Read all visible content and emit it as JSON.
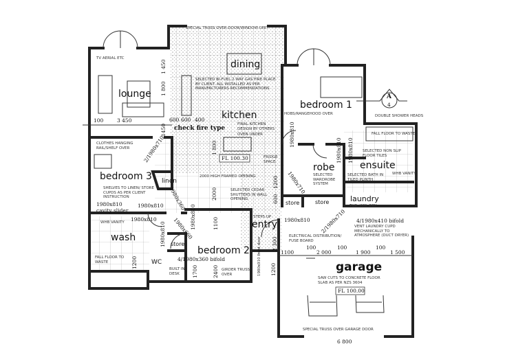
{
  "rooms": {
    "lounge": "lounge",
    "dining": "dining",
    "kitchen": "kitchen",
    "bedroom1": "bedroom 1",
    "bedroom2": "bedroom 2",
    "bedroom3": "bedroom 3",
    "robe": "robe",
    "ensuite": "ensuite",
    "laundry": "laundry",
    "linen": "linen",
    "wash": "wash",
    "wc": "WC",
    "store1": "store",
    "store2": "store",
    "store3": "store",
    "entry": "entry",
    "garage": "garage"
  },
  "notes": {
    "truss_top": "SPECIAL TRUSS OVER DOOR/WINDOW UNIT",
    "tv_aerial": "TV AERIAL ETC",
    "fireplace": "SELECTED BI-FUEL 2 WAY GAS FIRE PLACE BY CLIENT. ALL INSTALLED AS PER MANUFACTURERS RECOMMENDATIONS",
    "check_fire": "check fire type",
    "kitchen_design": "FINAL KITCHEN DESIGN BY OTHERS",
    "oven_under": "OVEN UNDER",
    "fl_house": "FL 100.30",
    "fridge": "FRIDGE SPACE",
    "hobs": "HOBS/RANGEHOOD OVER",
    "shower_heads": "DOUBLE SHOWER HEADS",
    "fall_floor": "FALL FLOOR TO WASTE",
    "nonslip": "SELECTED NON SLIP FLOOR TILES",
    "wardrobe": "SELECTED WARDROBE SYSTEM",
    "bath": "SELECTED BATH IN TILED PLINTH",
    "whb_vanity": "WHB VANITY",
    "tub_wm_dry": "TUB  WM  DRY",
    "clothes_hanging": "CLOTHES HANGING RAIL/SHELF OVER",
    "shelves_linen": "SHELVES TO LINEN/ STORE CUPDS AS PER CLIENT INSTRUCTION",
    "cavity_slider": "1980x810 cavity slider",
    "high_opening": "2000 HIGH FRAMED OPENING",
    "cedar_shutters": "SELECTED CEDAR SHUTTERS IN WALL OPENING",
    "steps_up": "STEPS UP",
    "girder_truss": "GIRDER TRUSS OVER",
    "built_in_desk": "BUILT IN DESK",
    "fall_floor_wash": "FALL FLOOR TO WASTE",
    "whb_vanity_wash": "WHB VANITY",
    "electrical": "ELECTRICAL DISTRIBUTION/ FUSE BOARD",
    "bifold_laundry": "4/1980x410 bifold",
    "vent_laundry": "VENT LAUNDRY CUPD MECHANICALLY TO ATMOSPHERE (DUCT DRYER)",
    "saw_cuts": "SAW CUTS TO CONCRETE FLOOR SLAB AS PER NZS 3604",
    "fl_garage": "FL 100.00",
    "truss_garage": "SPECIAL TRUSS OVER GARAGE DOOR",
    "section_letter": "A",
    "section_number": "4"
  },
  "dims": {
    "d100a": "100",
    "d3450": "3 450",
    "d600a": "600",
    "d600b": "600",
    "d400": "400",
    "d1450v": "1 450",
    "d1800v": "1 800",
    "d1450b": "1450",
    "door_b3": "2/1980x710",
    "door_b1a": "1980x810",
    "door_b1b": "1980x810",
    "door_b1c": "1980x810",
    "door_store": "1980x710",
    "door_linen": "1980x360",
    "door_b3b": "1980x810",
    "door_wash": "1980x810",
    "door_wc": "1980x810",
    "door_store2": "1980x660",
    "door_b2": "1980x810",
    "door_entry": "1980x810",
    "door_garage": "2/1980x710",
    "front_door": "1980x910 front door",
    "bifold_b2": "4/1980x360 bifold",
    "k1800": "1 800",
    "k2000": "2000",
    "k1200": "1200",
    "k600": "600",
    "k1100": "1100",
    "e2300": "2 300",
    "b2_1700": "1700",
    "b2_2400": "2400",
    "w1200": "1200",
    "e1200": "1200",
    "g1100": "1100",
    "g2000": "2 000",
    "g1900": "1 900",
    "g1500": "1 500",
    "g100a": "100",
    "g100b": "100",
    "g100c": "100",
    "g6800": "6 800"
  }
}
